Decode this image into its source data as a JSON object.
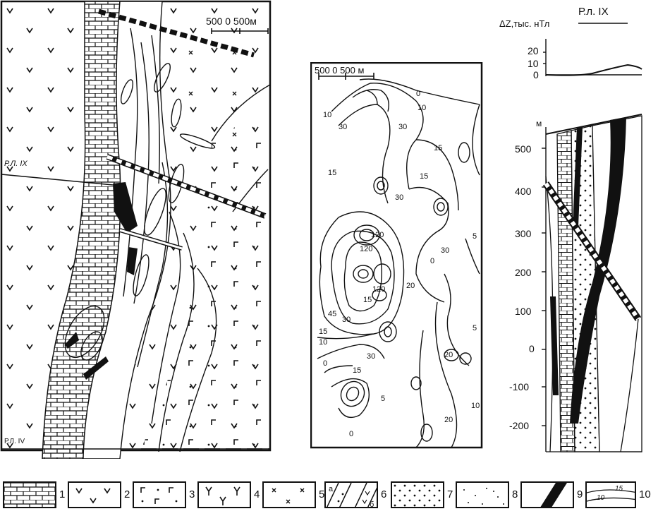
{
  "map_left": {
    "scale": "500  0  500м",
    "profile_ix": "Р.Л. IX",
    "profile_iv": "Р.Л. IV"
  },
  "map_center": {
    "scale": "500  0  500 м",
    "contours": [
      "0",
      "10",
      "10",
      "30",
      "15",
      "30",
      "15",
      "30",
      "120",
      "120",
      "15",
      "15",
      "45",
      "30",
      "120",
      "15",
      "10",
      "20",
      "5",
      "30",
      "5",
      "0",
      "15",
      "30",
      "0",
      "20",
      "5",
      "0",
      "20",
      "10"
    ]
  },
  "profile": {
    "graph_ylabel": "ΔZ,тыс. нТл",
    "graph_yticks": [
      "20",
      "10",
      "0"
    ],
    "title": "Р.л. IX",
    "depth_unit": "м",
    "depth_ticks": [
      "500",
      "400",
      "300",
      "200",
      "100",
      "0",
      "-100",
      "-200"
    ]
  },
  "legend": {
    "items": [
      {
        "num": "1",
        "pattern": "limestone"
      },
      {
        "num": "2",
        "pattern": "v-marks"
      },
      {
        "num": "3",
        "pattern": "gamma-marks"
      },
      {
        "num": "4",
        "pattern": "y-marks"
      },
      {
        "num": "5",
        "pattern": "x-marks"
      },
      {
        "num": "6",
        "pattern": "dyke-a-b"
      },
      {
        "num": "7",
        "pattern": "coarse-dots"
      },
      {
        "num": "8",
        "pattern": "fine-dots"
      },
      {
        "num": "9",
        "pattern": "black-body"
      },
      {
        "num": "10",
        "pattern": "isolines"
      }
    ],
    "sub_a": "a",
    "sub_b": "б",
    "iso_15": "15",
    "iso_10": "10"
  }
}
